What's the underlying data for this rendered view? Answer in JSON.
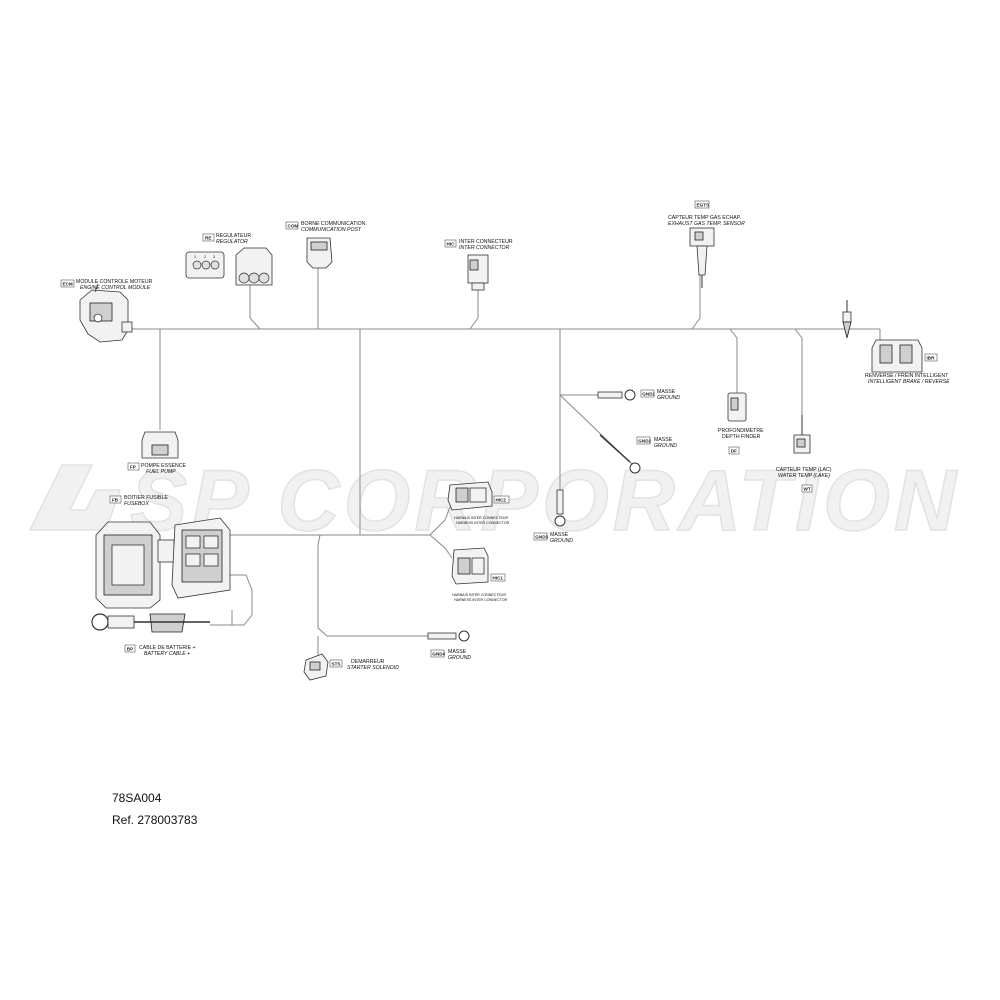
{
  "watermark": "SP CORPORATION",
  "footer": {
    "diagram_code": "78SA004",
    "reference": "Ref. 278003783"
  },
  "components": {
    "ecm": {
      "code": "ECM",
      "label": "MODULE CONTROLE MOTEUR",
      "label_en": "ENGINE CONTROL MODULE"
    },
    "re": {
      "code": "RE",
      "label": "REGULATEUR",
      "label_en": "REGULATOR"
    },
    "com": {
      "code": "COM",
      "label": "BORNE COMMUNICATION",
      "label_en": "COMMUNICATION POST"
    },
    "hic": {
      "code": "HIC",
      "label": "INTER CONNECTEUR",
      "label_en": "INTER CONNECTOR"
    },
    "egts": {
      "code": "EGTS",
      "label": "CAPTEUR TEMP GAS ECHAP.",
      "label_en": "EXHAUST GAS TEMP. SENSOR"
    },
    "ibr": {
      "code": "IBR",
      "label": "RENVERSE / FREIN INTELLIGENT",
      "label_en": "INTELLIGENT BRAKE / REVERSE"
    },
    "gnd1": {
      "code": "GND1",
      "label": "MASSE",
      "label_en": "GROUND"
    },
    "gnd2": {
      "code": "GND2",
      "label": "MASSE",
      "label_en": "GROUND"
    },
    "gnd3": {
      "code": "GND3",
      "label": "MASSE",
      "label_en": "GROUND"
    },
    "gnd4": {
      "code": "GND4",
      "label": "MASSE",
      "label_en": "GROUND"
    },
    "df": {
      "code": "DF",
      "label": "PROFONDIMETRE",
      "label_en": "DEPTH FINDER"
    },
    "wt": {
      "code": "WT",
      "label": "CAPTEUR TEMP (LAC)",
      "label_en": "WATER TEMP (LAKE)"
    },
    "fp": {
      "code": "FP",
      "label": "POMPE ESSENCE",
      "label_en": "FUEL PUMP"
    },
    "fb": {
      "code": "FB",
      "label": "BOITIER FUSIBLE",
      "label_en": "FUSEBOX"
    },
    "hic2": {
      "code": "HIC2",
      "label": "HARNAIS INTER CONNECTEUR",
      "label_en": "HARNESS INTER CONNECTOR"
    },
    "hic1": {
      "code": "HIC1",
      "label": "HARNAIS INTER CONNECTEUR",
      "label_en": "HARNESS INTER CONNECTOR"
    },
    "bp": {
      "code": "BP",
      "label": "CABLE DE BATTERIE +",
      "label_en": "BATTERY CABLE +"
    },
    "sts": {
      "code": "STS",
      "label": "DEMARREUR",
      "label_en": "STARTER SOLENOID"
    }
  }
}
